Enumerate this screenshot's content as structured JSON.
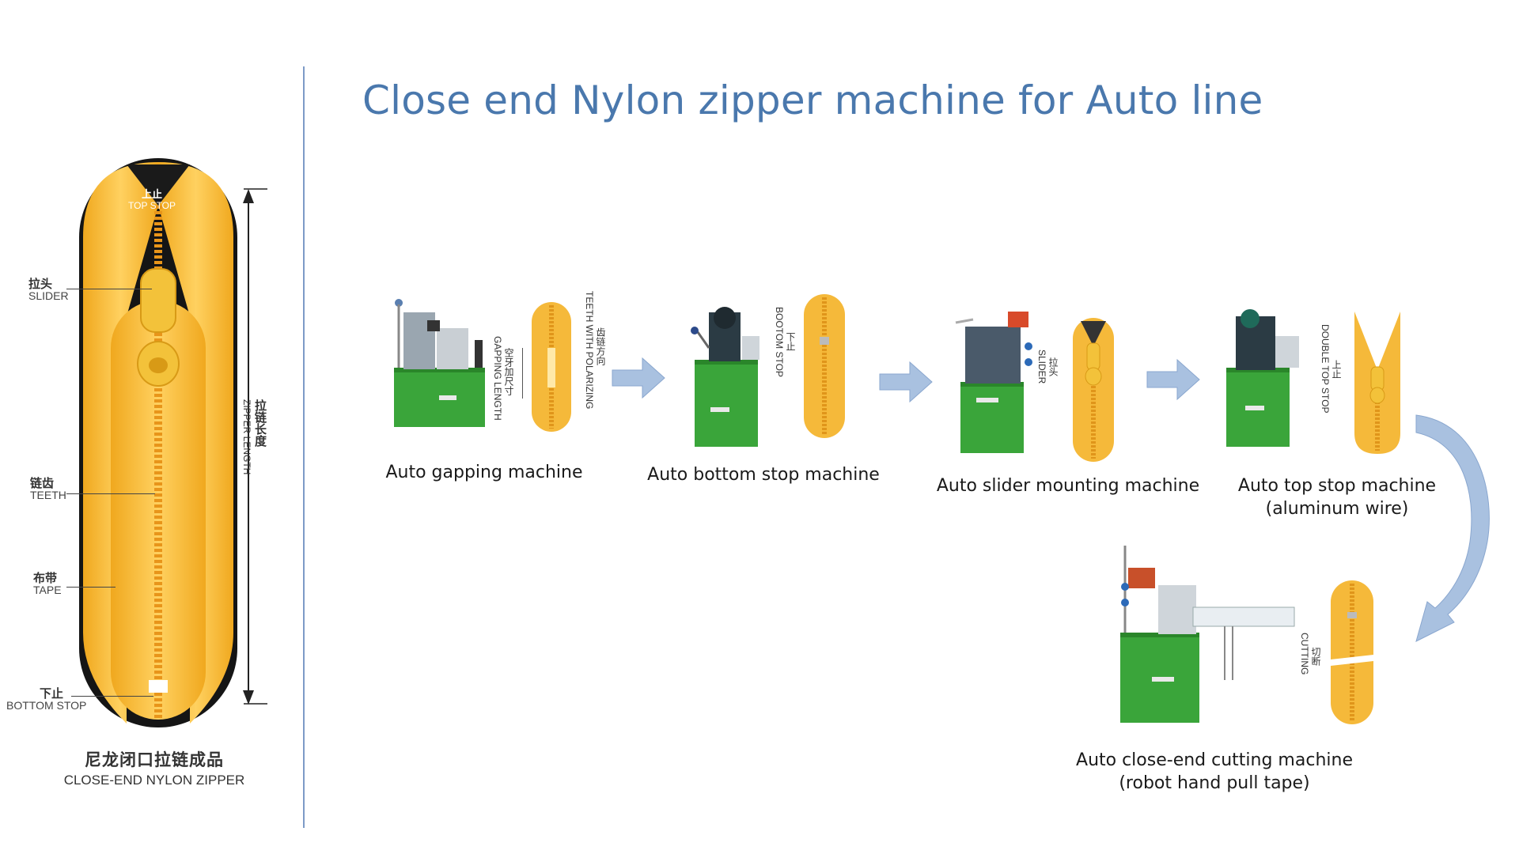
{
  "title": "Close end Nylon zipper machine for Auto line",
  "zipper_diagram": {
    "top_stop": {
      "cn": "上止",
      "en": "TOP STOP"
    },
    "slider": {
      "cn": "拉头",
      "en": "SLIDER"
    },
    "teeth": {
      "cn": "链齿",
      "en": "TEETH"
    },
    "tape": {
      "cn": "布带",
      "en": "TAPE"
    },
    "bottom_stop": {
      "cn": "下止",
      "en": "BOTTOM STOP"
    },
    "zipper_length": {
      "cn": "拉链长度",
      "en": "ZIPPER LENGTH"
    },
    "caption_cn": "尼龙闭口拉链成品",
    "caption_en": "CLOSE-END NYLON ZIPPER"
  },
  "steps": [
    {
      "caption": "Auto gapping machine",
      "annotations": [
        "TEETH WITH POLARIZING",
        "齿链方向",
        "GAPPING LENGTH",
        "空牙加尺寸"
      ]
    },
    {
      "caption": "Auto bottom stop machine",
      "annotations": [
        "BOOTOM STOP",
        "下止"
      ]
    },
    {
      "caption": "Auto slider mounting machine",
      "annotations": [
        "SLIDER",
        "拉头"
      ]
    },
    {
      "caption_line1": "Auto top stop machine",
      "caption_line2": "(aluminum wire)",
      "annotations": [
        "DOUBLE TOP STOP",
        "上止"
      ]
    },
    {
      "caption_line1": "Auto close-end cutting machine",
      "caption_line2": "(robot hand pull tape)",
      "annotations": [
        "CUTTING",
        "切断"
      ]
    }
  ],
  "colors": {
    "title": "#4a78ad",
    "machine_green": "#3aa53a",
    "zipper_yellow": "#f5b93a",
    "arrow": "#a9c1e0"
  }
}
